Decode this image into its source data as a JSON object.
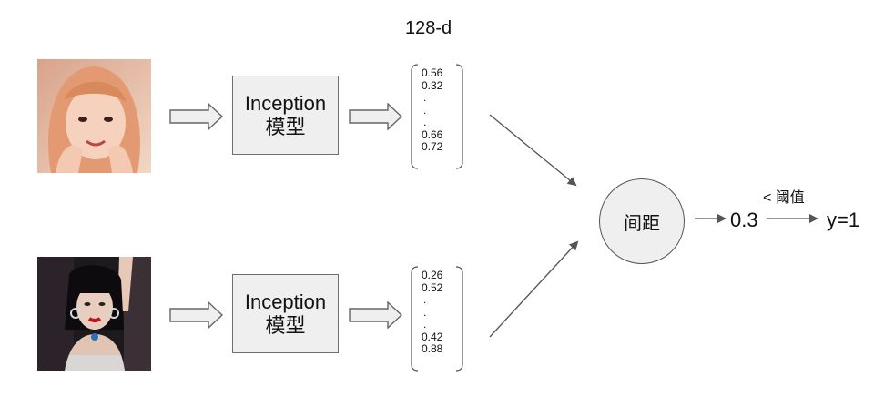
{
  "header": {
    "embedding_dim": "128-d"
  },
  "colors": {
    "box_fill": "#efefef",
    "box_border": "#6f6f6f",
    "arrow_line": "#555555"
  },
  "rows": [
    {
      "photo_icon": "face-photo-icon",
      "model": {
        "line1": "Inception",
        "line2": "模型"
      },
      "vector": {
        "values": [
          "0.56",
          "0.32",
          ".",
          ".",
          ".",
          "0.66",
          "0.72"
        ]
      }
    },
    {
      "photo_icon": "face-photo-icon",
      "model": {
        "line1": "Inception",
        "line2": "模型"
      },
      "vector": {
        "values": [
          "0.26",
          "0.52",
          ".",
          ".",
          ".",
          "0.42",
          "0.88"
        ]
      }
    }
  ],
  "distance": {
    "label": "间距",
    "value": "0.3"
  },
  "threshold": {
    "label": "< 阈值"
  },
  "result": {
    "label": "y=1"
  }
}
